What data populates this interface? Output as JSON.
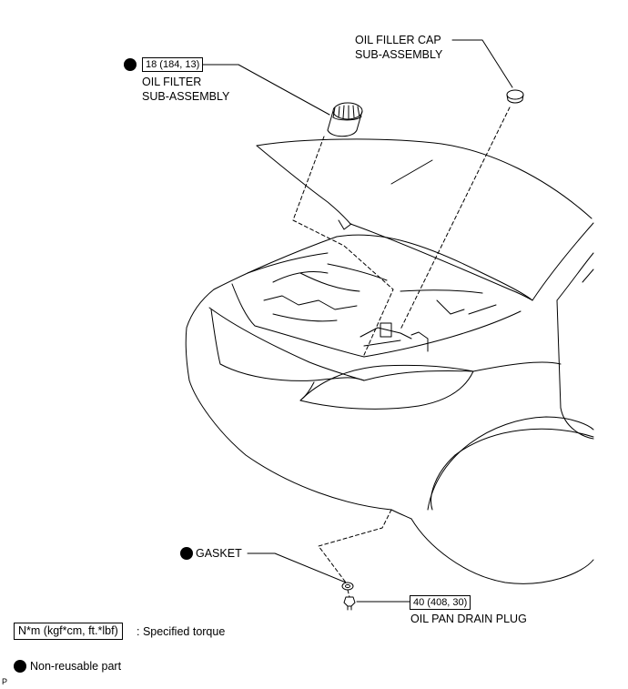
{
  "callouts": {
    "oil_filler_cap": {
      "line1": "OIL FILLER CAP",
      "line2": "SUB-ASSEMBLY"
    },
    "oil_filter": {
      "torque": "18 (184, 13)",
      "line1": "OIL FILTER",
      "line2": "SUB-ASSEMBLY",
      "non_reusable": true
    },
    "gasket": {
      "label": "GASKET",
      "non_reusable": true
    },
    "drain_plug": {
      "torque": "40 (408, 30)",
      "label": "OIL PAN DRAIN PLUG"
    }
  },
  "legend": {
    "torque_units": "N*m (kgf*cm, ft.*lbf)",
    "torque_desc": ": Specified torque",
    "non_reusable": "Non-reusable part"
  },
  "corner_mark": "P"
}
